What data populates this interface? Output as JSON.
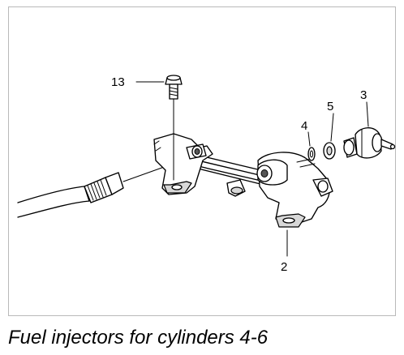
{
  "callouts": {
    "bolt": "13",
    "injector_seal": "4",
    "washer": "5",
    "pressure_regulator": "3",
    "bracket": "2"
  },
  "caption": "Fuel injectors for cylinders 4-6"
}
